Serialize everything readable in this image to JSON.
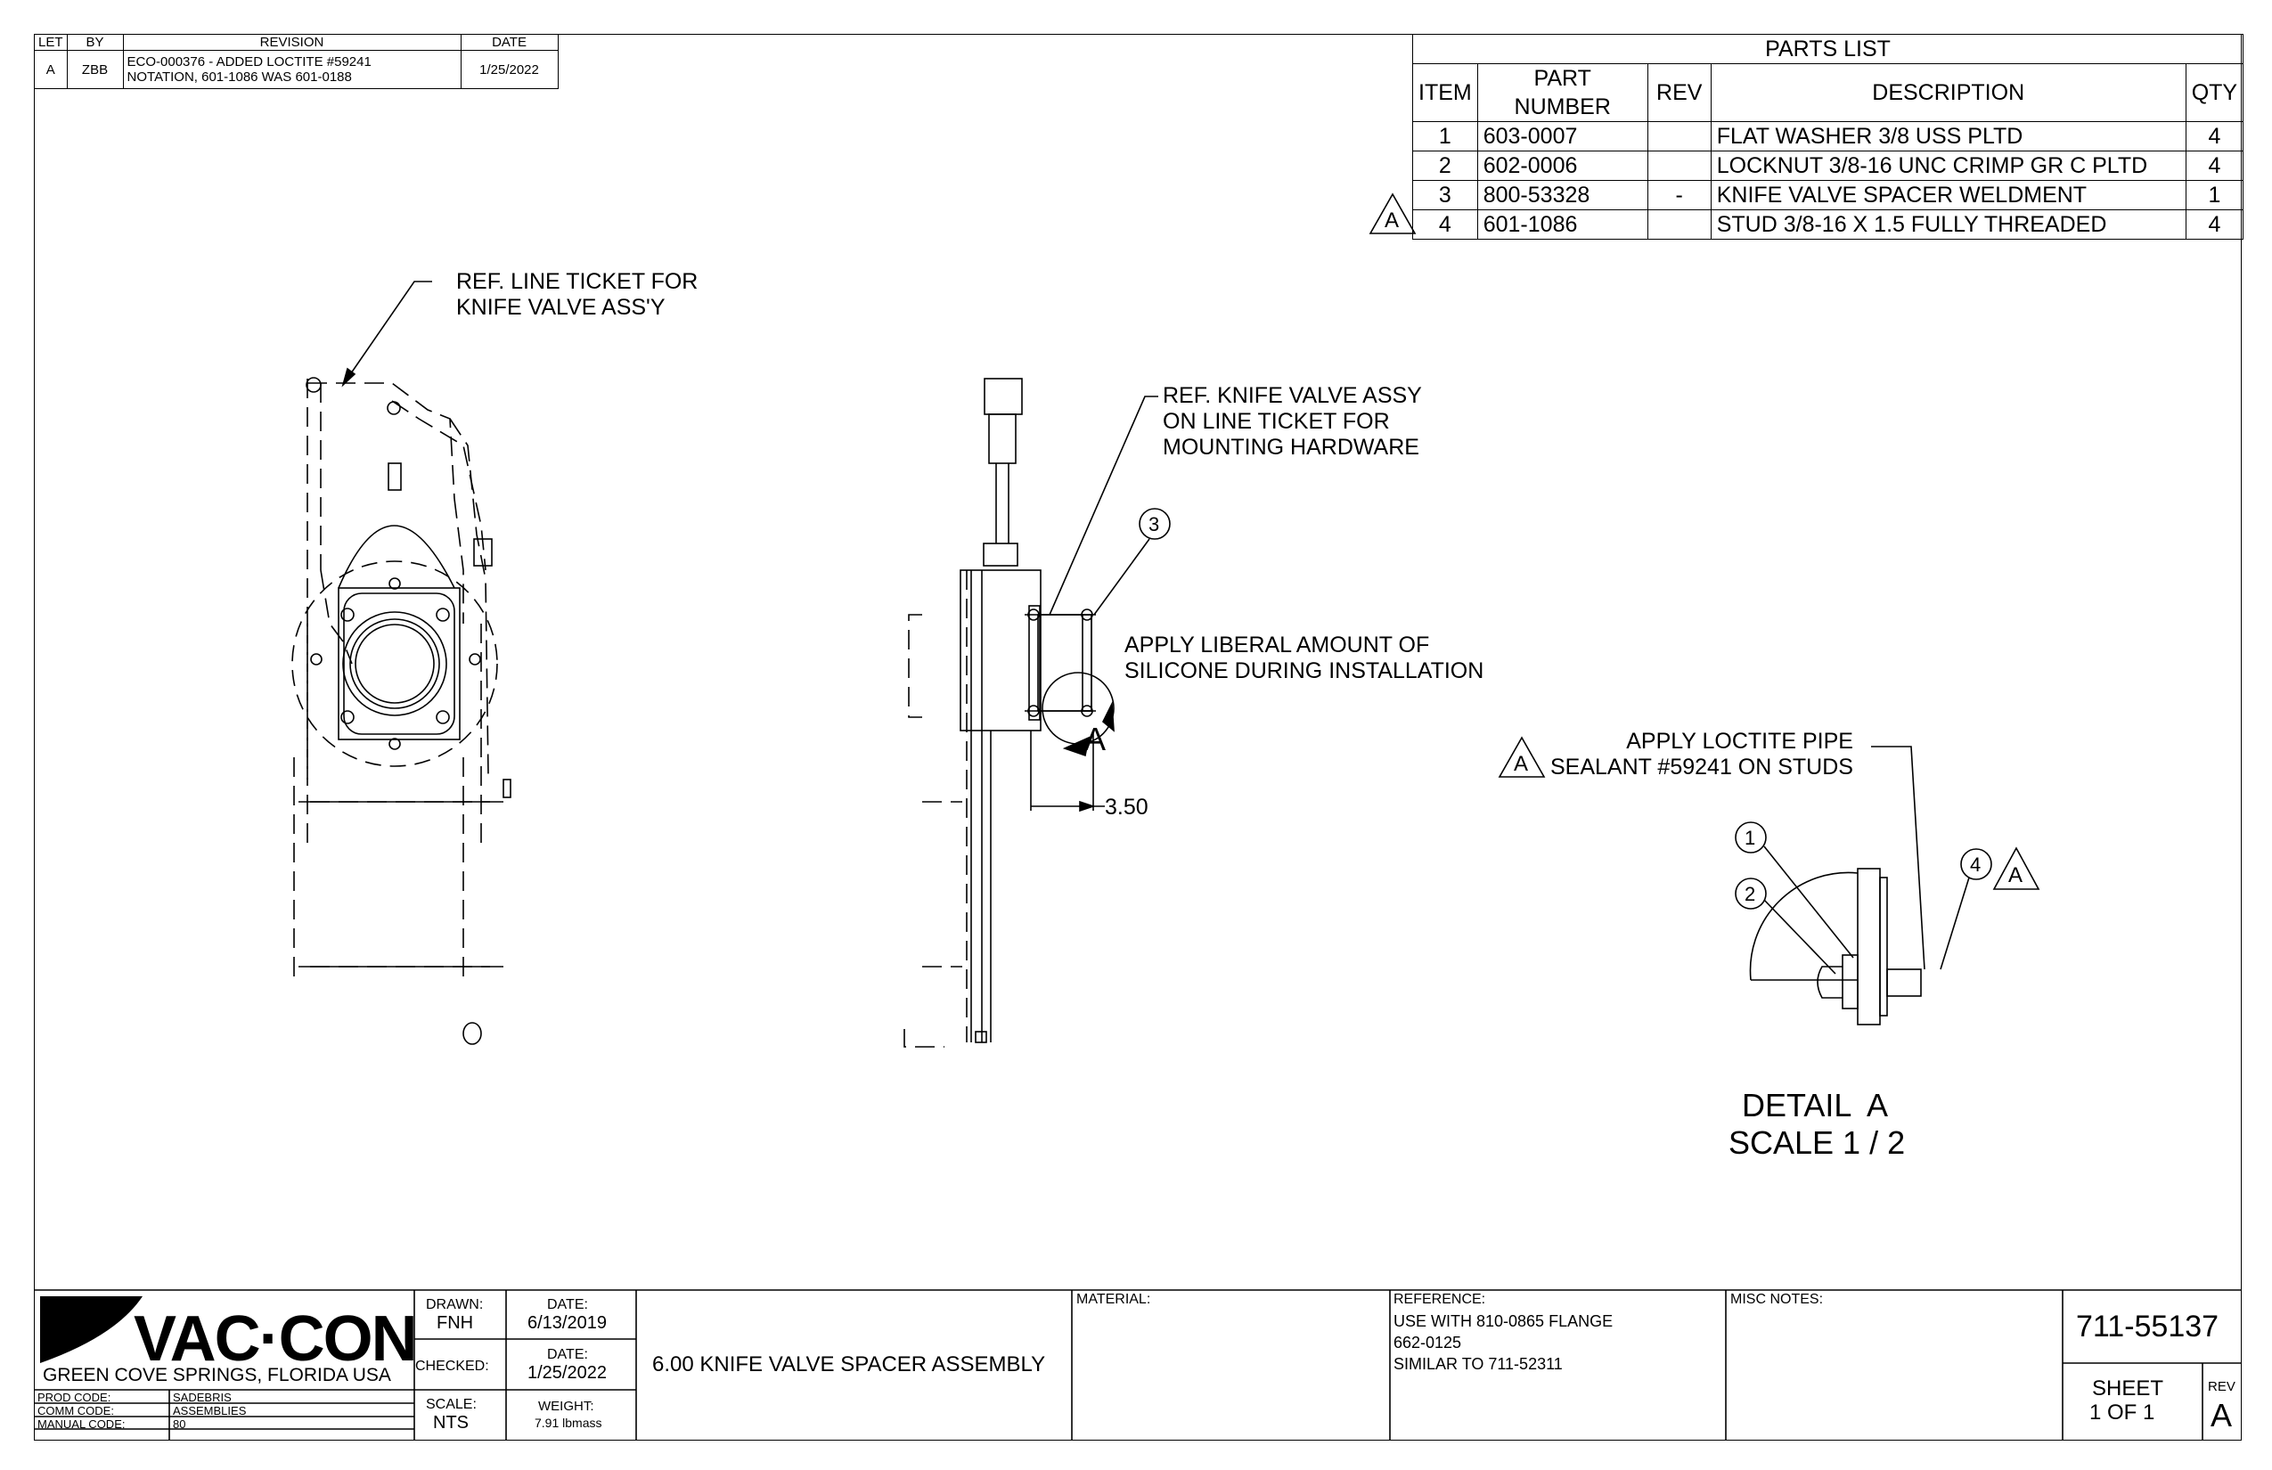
{
  "revision_block": {
    "headers": [
      "LET",
      "BY",
      "REVISION",
      "DATE"
    ],
    "rows": [
      {
        "let": "A",
        "by": "ZBB",
        "revision_line1": "ECO-000376 - ADDED LOCTITE #59241",
        "revision_line2": "NOTATION, 601-1086 WAS 601-0188",
        "date": "1/25/2022"
      }
    ]
  },
  "parts_list": {
    "title": "PARTS LIST",
    "headers": [
      "ITEM",
      "PART NUMBER",
      "REV",
      "DESCRIPTION",
      "QTY"
    ],
    "rows": [
      {
        "item": "1",
        "part": "603-0007",
        "rev": "",
        "desc": "FLAT WASHER 3/8 USS PLTD",
        "qty": "4"
      },
      {
        "item": "2",
        "part": "602-0006",
        "rev": "",
        "desc": "LOCKNUT 3/8-16 UNC CRIMP GR C PLTD",
        "qty": "4"
      },
      {
        "item": "3",
        "part": "800-53328",
        "rev": "-",
        "desc": "KNIFE VALVE SPACER WELDMENT",
        "qty": "1"
      },
      {
        "item": "4",
        "part": "601-1086",
        "rev": "",
        "desc": "STUD 3/8-16 X 1.5 FULLY THREADED",
        "qty": "4"
      }
    ],
    "rev_flag": "A"
  },
  "notes": {
    "line_ticket": "REF. LINE TICKET FOR\nKNIFE VALVE ASS'Y",
    "mounting": "REF. KNIFE VALVE ASSY\nON LINE TICKET FOR\nMOUNTING HARDWARE",
    "silicone": "APPLY LIBERAL AMOUNT OF\nSILICONE DURING INSTALLATION",
    "loctite": "APPLY LOCTITE PIPE\nSEALANT #59241 ON STUDS",
    "loctite_flag": "A",
    "item4_flag": "A",
    "dimension": "3.50",
    "section_letter": "A",
    "detail_title": "DETAIL  A",
    "detail_scale": "SCALE 1 / 2"
  },
  "balloons": {
    "b1": "1",
    "b2": "2",
    "b3": "3",
    "b4": "4"
  },
  "title_block": {
    "logo_text": "VAC·CON",
    "location": "GREEN COVE SPRINGS, FLORIDA USA",
    "prod_code_label": "PROD CODE:",
    "prod_code": "SADEBRIS",
    "comm_code_label": "COMM CODE:",
    "comm_code": "ASSEMBLIES",
    "manual_code_label": "MANUAL CODE:",
    "manual_code": "80",
    "drawn_label": "DRAWN:",
    "drawn_by": "FNH",
    "drawn_date_label": "DATE:",
    "drawn_date": "6/13/2019",
    "checked_label": "CHECKED:",
    "checked_date_label": "DATE:",
    "checked_date": "1/25/2022",
    "scale_label": "SCALE:",
    "scale": "NTS",
    "weight_label": "WEIGHT:",
    "weight": "7.91 lbmass",
    "title": "6.00 KNIFE VALVE SPACER ASSEMBLY",
    "material_label": "MATERIAL:",
    "reference_label": "REFERENCE:",
    "reference_line1": "USE WITH 810-0865 FLANGE",
    "reference_line2": "662-0125",
    "reference_line3": "SIMILAR TO 711-52311",
    "misc_label": "MISC NOTES:",
    "drawing_number": "711-55137",
    "sheet_label": "SHEET",
    "sheet_value": "1  OF 1",
    "rev_label": "REV",
    "rev_value": "A"
  }
}
